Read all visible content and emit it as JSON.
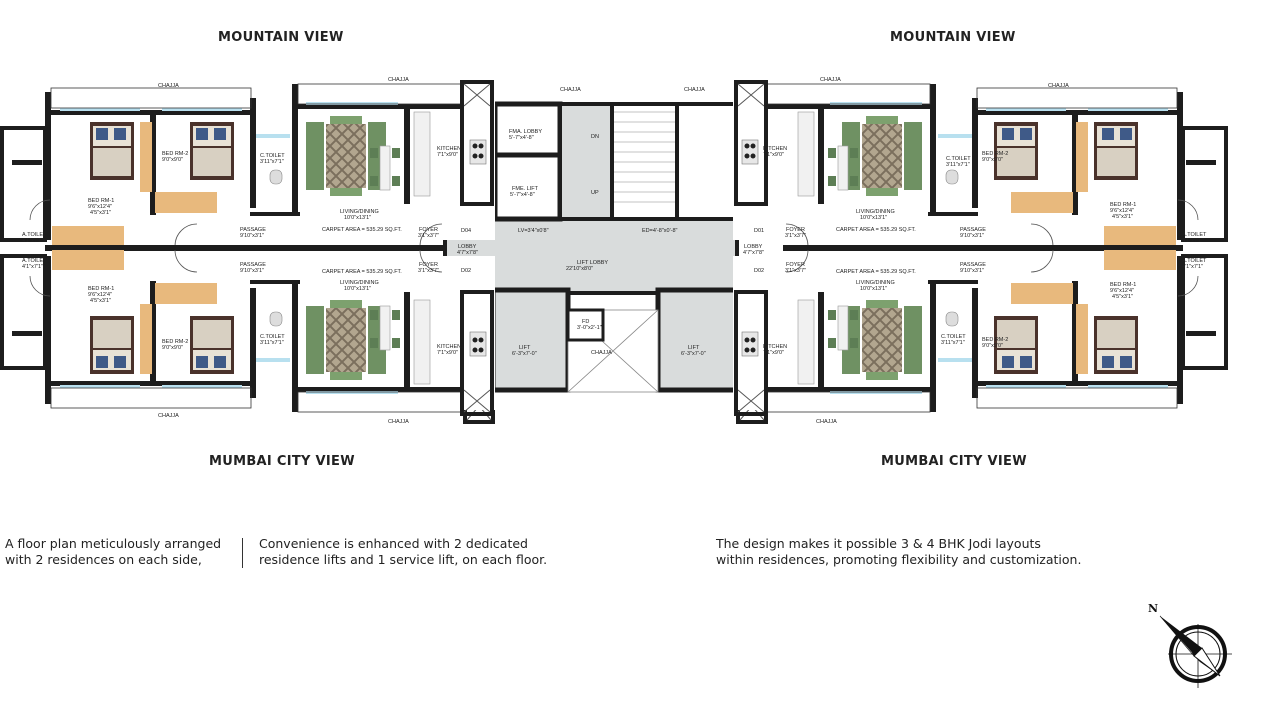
{
  "views": {
    "top_left": "MOUNTAIN VIEW",
    "top_right": "MOUNTAIN VIEW",
    "bottom_left": "MUMBAI CITY VIEW",
    "bottom_right": "MUMBAI CITY VIEW"
  },
  "chajja": "CHAJJA",
  "rooms": {
    "bed2_name": "BED RM-2",
    "bed2_dim": "9'0\"x9'0\"",
    "bed1_name": "BED RM-1",
    "bed1_dim": "9'6\"x12'4\"",
    "bed1_dim2": "4'5\"x3'1\"",
    "ctoilet_name": "C.TOILET",
    "ctoilet_dim": "3'11\"x7'1\"",
    "atoilet_name": "A.TOILET",
    "atoilet_dim": "4'1\"x7'1\"",
    "kitchen_name": "KITCHEN",
    "kitchen_dim": "7'1\"x9'0\"",
    "living_name": "LIVING/DINING",
    "living_dim": "10'0\"x13'1\"",
    "carpet": "CARPET AREA = 535.29 SQ.FT.",
    "passage_name": "PASSAGE",
    "passage_dim": "9'10\"x3'1\"",
    "foyer_name": "FOYER",
    "foyer_dim": "3'1\"x3'7\"",
    "lobby_name": "LOBBY",
    "lobby_dim": "4'7\"x7'8\"",
    "lift_lobby_name": "LIFT LOBBY",
    "lift_lobby_dim": "22'10\"x8'0\"",
    "fire_lobby_name": "FMA. LOBBY",
    "fire_lobby_dim": "5'-7\"x4'-8\"",
    "fire_lift_name": "FME. LIFT",
    "fire_lift_dim": "5'-7\"x4'-8\"",
    "lift_name": "LIFT",
    "lift_dim": "6'-3\"x7'-0\"",
    "lv_label": "LV=3'4\"x0'8\"",
    "ed_label": "ED=4'-8\"x0'-8\"",
    "fd_name": "FD",
    "fd_dim": "3'-0\"x2'-1\"",
    "dn": "DN",
    "up": "UP",
    "door_d01": "D01",
    "door_d02": "D02",
    "door_d04": "D04"
  },
  "captions": {
    "c1": [
      "A floor plan meticulously arranged",
      "with 2 residences on each side,"
    ],
    "c2": [
      "Convenience is enhanced with 2 dedicated",
      "residence lifts and 1 service lift, on each floor."
    ],
    "c3": [
      "The design makes it possible 3 & 4 BHK Jodi layouts",
      "within residences, promoting flexibility and customization."
    ]
  },
  "compass_letter": "N",
  "colors": {
    "wall": "#1d1d1d",
    "floor": "#ffffff",
    "lobby": "#d9dcdc",
    "wood": "#e8b97d",
    "window": "#b8e0ef",
    "sofa": "#6f9163",
    "rug": "#a79a86",
    "bed": "#3e2a25"
  }
}
